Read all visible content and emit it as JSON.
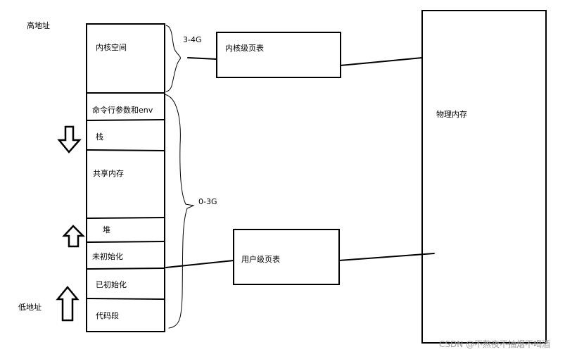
{
  "labels": {
    "high_address": "高地址",
    "low_address": "低地址",
    "kernel_range": "3-4G",
    "user_range": "0-3G"
  },
  "memory_segments": [
    {
      "label": "内核空间"
    },
    {
      "label": "命令行参数和env"
    },
    {
      "label": "栈"
    },
    {
      "label": "共享内存"
    },
    {
      "label": "堆"
    },
    {
      "label": "未初始化"
    },
    {
      "label": "已初始化"
    },
    {
      "label": "代码段"
    }
  ],
  "kernel_page_table": "内核级页表",
  "user_page_table": "用户级页表",
  "physical_memory": "物理内存",
  "arrows": {
    "stack_direction": "down",
    "heap_direction": "up",
    "address_direction": "up"
  },
  "watermark": "CSDN @不熬夜不抽烟不喝酒"
}
